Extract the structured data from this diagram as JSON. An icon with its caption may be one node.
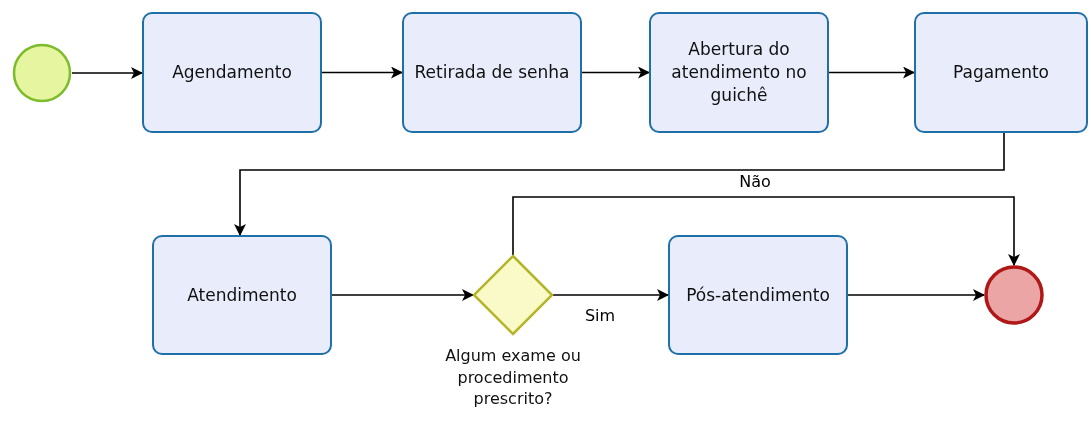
{
  "diagram": {
    "nodes": [
      {
        "text": [],
        "shape": "circle"
      },
      {
        "text": [
          "Agendamento"
        ]
      },
      {
        "text": [
          "Retirada de senha"
        ]
      },
      {
        "text": [
          "Abertura do atendimento no guichê"
        ]
      },
      {
        "text": [
          "Pagamento"
        ]
      },
      {
        "text": [
          "Atendimento"
        ]
      },
      {
        "text": [],
        "shape": "diamond",
        "beside": [
          "Algum exame ou procedimento prescrito?"
        ]
      },
      {
        "text": [
          "Pós-atendimento"
        ]
      },
      {
        "text": [],
        "shape": "circle"
      }
    ],
    "edges": [
      {
        "from": 0,
        "to": 1,
        "arrow": "to"
      },
      {
        "from": 1,
        "to": 2,
        "arrow": "to"
      },
      {
        "from": 2,
        "to": 3,
        "arrow": "to"
      },
      {
        "from": 3,
        "to": 4,
        "arrow": "to"
      },
      {
        "from": 4,
        "to": 5,
        "arrow": "to"
      },
      {
        "from": 5,
        "to": 6,
        "arrow": "to"
      },
      {
        "from": 6,
        "to": 7,
        "arrow": "to",
        "label": "Sim"
      },
      {
        "from": 7,
        "to": 8,
        "arrow": "to"
      },
      {
        "from": 6,
        "to": 8,
        "arrow": "to",
        "label": "Não"
      }
    ]
  }
}
